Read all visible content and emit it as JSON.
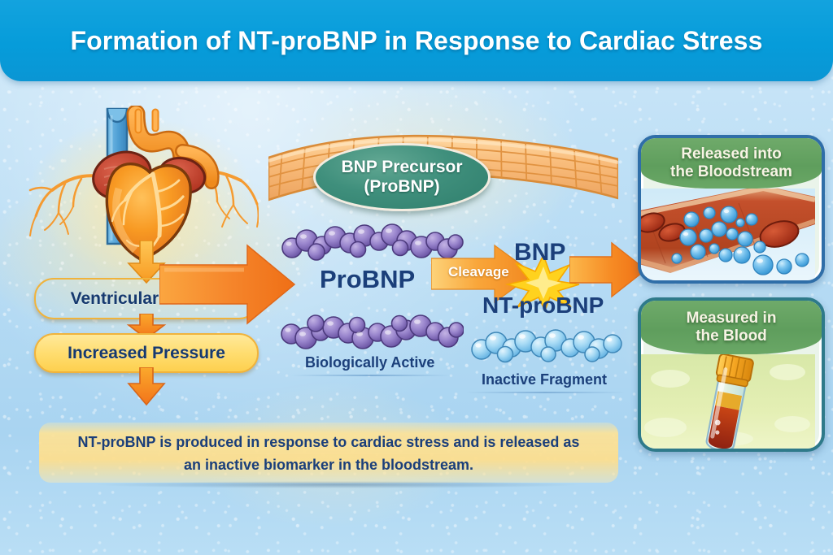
{
  "banner": {
    "title": "Formation of NT-proBNP in Response to Cardiac Stress",
    "bg_color": "#069cda",
    "text_color": "#ffffff"
  },
  "colors": {
    "background_blue": "#b2d9f3",
    "navy_text": "#1b3f7a",
    "arrow_orange": "#f57c1a",
    "pill_orange": "#fbb03a",
    "pill_yellow": "#ffdd70",
    "panel_green": "#5f9e5d",
    "panel_border_blue": "#2f6ea8",
    "ellipse_green": "#3f8f7c",
    "probnp_purple": "#8e7cc3",
    "fragment_blue": "#7fc4ec",
    "caption_band": "#fcde8e"
  },
  "stages": {
    "heart": {
      "icon": "anatomical-heart-icon",
      "vessel_colors": {
        "artery": "#f59023",
        "vein": "#4f9fd4",
        "atrium": "#c4452f"
      }
    },
    "ventricular_stretch": "Ventricular Stretch",
    "increased_pressure": "Increased Pressure"
  },
  "precursor": {
    "line1": "BNP Precursor",
    "line2": "(ProBNP)",
    "substrate": "cardiac-muscle-fiber"
  },
  "molecules": {
    "probnp_label": "ProBNP",
    "probnp_caption": "Biologically Active",
    "probnp_bead_color": "#8e7cc3",
    "probnp_chain_counts": [
      14,
      14
    ],
    "fragment_label": "Inactive Fragment",
    "fragment_bead_color": "#7fc4ec",
    "fragment_bead_count": 13
  },
  "cleavage": {
    "arrow_label": "Cleavage",
    "product_top": "BNP",
    "product_bottom": "NT-proBNP",
    "burst_color": "#ffd21e"
  },
  "panels": [
    {
      "id": "released",
      "title_line1": "Released into",
      "title_line2": "the Bloodstream",
      "illustration": "blood-vessel-with-ntprobnp-molecules",
      "vessel_color": "#c0502d",
      "rbc_color": "#b8331c",
      "molecule_color": "#5ab4ec"
    },
    {
      "id": "measured",
      "title_line1": "Measured in",
      "title_line2": "the Blood",
      "illustration": "blood-collection-test-tube",
      "cap_color": "#f5a623",
      "serum_color": "#e8a317",
      "blood_color": "#a3291a"
    }
  ],
  "caption": {
    "line1": "NT-proBNP is produced in response to cardiac stress and is released as",
    "line2": "an inactive biomarker in the bloodstream."
  }
}
